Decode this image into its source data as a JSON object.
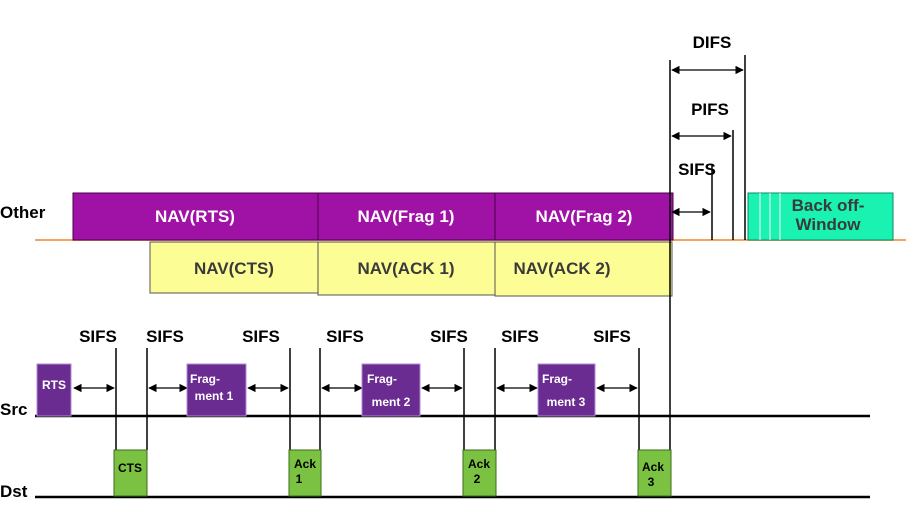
{
  "colors": {
    "nav_purple": "#a012a6",
    "nav_yellow": "#fdfd96",
    "frame_purple": "#6a2c91",
    "frame_green": "#7cc242",
    "backoff_teal": "#1af2b2",
    "timeline_orange": "#f4a460",
    "line_black": "#000000"
  },
  "rows": {
    "other": "Other",
    "src": "Src",
    "dst": "Dst"
  },
  "nav_other": [
    {
      "label": "NAV(RTS)"
    },
    {
      "label": "NAV(Frag 1)"
    },
    {
      "label": "NAV(Frag 2)"
    }
  ],
  "nav_dst": [
    {
      "label": "NAV(CTS)"
    },
    {
      "label": "NAV(ACK 1)"
    },
    {
      "label": "NAV(ACK 2)"
    }
  ],
  "src_frames": [
    {
      "line1": "RTS",
      "line2": ""
    },
    {
      "line1": "Frag-",
      "line2": "ment 1"
    },
    {
      "line1": "Frag-",
      "line2": "ment 2"
    },
    {
      "line1": "Frag-",
      "line2": "ment 3"
    }
  ],
  "dst_frames": [
    {
      "line1": "CTS",
      "line2": ""
    },
    {
      "line1": "Ack",
      "line2": "1"
    },
    {
      "line1": "Ack",
      "line2": "2"
    },
    {
      "line1": "Ack",
      "line2": "3"
    }
  ],
  "sifs_labels": [
    "SIFS",
    "SIFS",
    "SIFS",
    "SIFS",
    "SIFS",
    "SIFS",
    "SIFS"
  ],
  "intervals": {
    "difs": "DIFS",
    "pifs": "PIFS",
    "sifs": "SIFS"
  },
  "backoff": {
    "line1": "Back off-",
    "line2": "Window"
  }
}
